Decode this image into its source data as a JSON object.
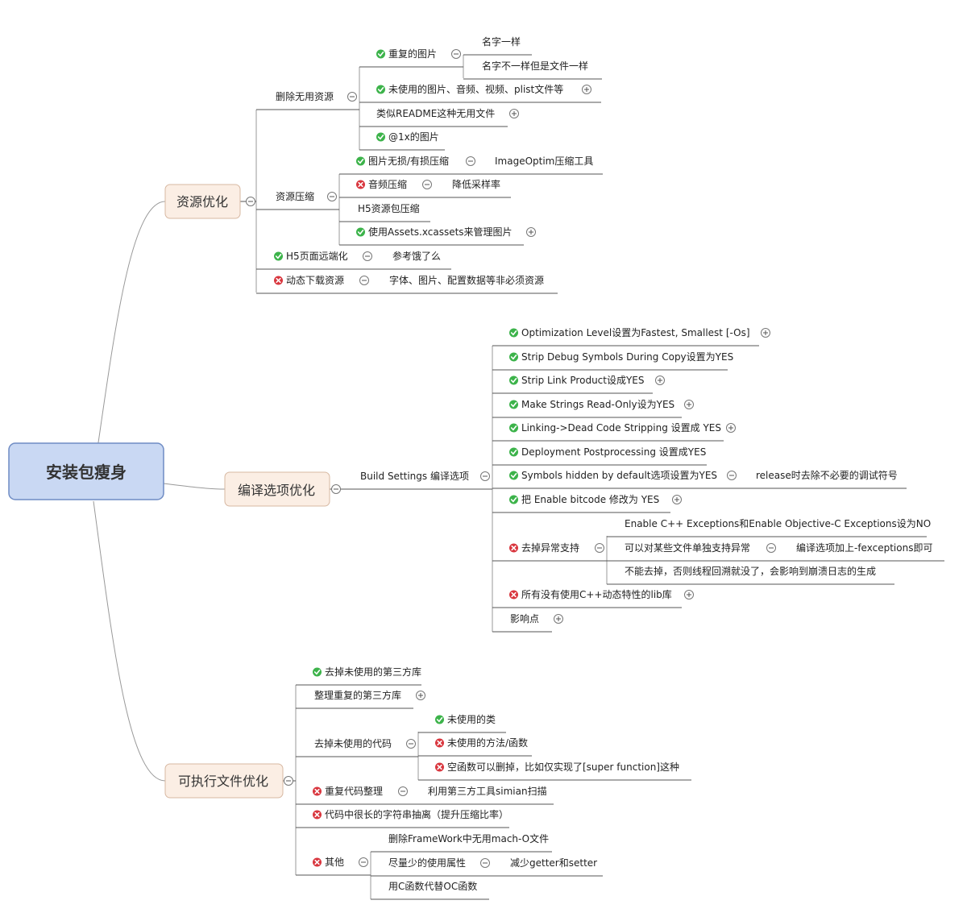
{
  "root": "安装包瘦身",
  "groups": [
    {
      "id": "res",
      "label": "资源优化"
    },
    {
      "id": "comp",
      "label": "编译选项优化"
    },
    {
      "id": "exe",
      "label": "可执行文件优化"
    }
  ],
  "items": [
    {
      "id": "del-unused",
      "label": "删除无用资源"
    },
    {
      "id": "dup-img",
      "label": "重复的图片",
      "status": "ok"
    },
    {
      "id": "same-name",
      "label": "名字一样"
    },
    {
      "id": "diff-name",
      "label": "名字不一样但是文件一样"
    },
    {
      "id": "unused-media",
      "label": "未使用的图片、音频、视频、plist文件等",
      "status": "ok"
    },
    {
      "id": "readme",
      "label": "类似README这种无用文件"
    },
    {
      "id": "img-1x",
      "label": "@1x的图片",
      "status": "ok"
    },
    {
      "id": "compress",
      "label": "资源压缩"
    },
    {
      "id": "img-lossless",
      "label": "图片无损/有损压缩",
      "status": "ok"
    },
    {
      "id": "imageoptim",
      "label": "ImageOptim压缩工具"
    },
    {
      "id": "audio",
      "label": "音频压缩",
      "status": "bad"
    },
    {
      "id": "samplerate",
      "label": "降低采样率"
    },
    {
      "id": "h5-pack",
      "label": "H5资源包压缩"
    },
    {
      "id": "xcassets",
      "label": "使用Assets.xcassets来管理图片",
      "status": "ok"
    },
    {
      "id": "h5-remote",
      "label": "H5页面远端化",
      "status": "ok"
    },
    {
      "id": "eleme",
      "label": "参考饿了么"
    },
    {
      "id": "dyn-dl",
      "label": "动态下载资源",
      "status": "bad"
    },
    {
      "id": "fonts",
      "label": "字体、图片、配置数据等非必须资源"
    },
    {
      "id": "build-settings",
      "label": "Build Settings 编译选项"
    },
    {
      "id": "opt-level",
      "label": "Optimization Level设置为Fastest, Smallest [-Os]",
      "status": "ok"
    },
    {
      "id": "strip-debug",
      "label": "Strip Debug Symbols During Copy设置为YES",
      "status": "ok"
    },
    {
      "id": "strip-link",
      "label": "Strip Link Product设成YES",
      "status": "ok"
    },
    {
      "id": "strings-ro",
      "label": "Make Strings Read-Only设为YES",
      "status": "ok"
    },
    {
      "id": "dead-code",
      "label": "Linking->Dead Code Stripping 设置成 YES",
      "status": "ok"
    },
    {
      "id": "deploy-post",
      "label": "Deployment Postprocessing 设置成YES",
      "status": "ok"
    },
    {
      "id": "sym-hidden",
      "label": "Symbols hidden by default选项设置为YES",
      "status": "ok"
    },
    {
      "id": "release-note",
      "label": "release时去除不必要的调试符号"
    },
    {
      "id": "bitcode",
      "label": "把 Enable bitcode 修改为 YES",
      "status": "ok"
    },
    {
      "id": "no-exc",
      "label": "去掉异常支持",
      "status": "bad"
    },
    {
      "id": "exc-no",
      "label": "Enable C++ Exceptions和Enable Objective-C Exceptions设为NO"
    },
    {
      "id": "exc-file",
      "label": "可以对某些文件单独支持异常"
    },
    {
      "id": "fexc",
      "label": "编译选项加上-fexceptions即可"
    },
    {
      "id": "exc-warn",
      "label": "不能去掉，否则线程回溯就没了，会影响到崩溃日志的生成"
    },
    {
      "id": "cpp-lib",
      "label": "所有没有使用C++动态特性的lib库",
      "status": "bad"
    },
    {
      "id": "impact",
      "label": "影响点"
    },
    {
      "id": "rm-3rd",
      "label": "去掉未使用的第三方库",
      "status": "ok"
    },
    {
      "id": "dup-3rd",
      "label": "整理重复的第三方库"
    },
    {
      "id": "rm-code",
      "label": "去掉未使用的代码"
    },
    {
      "id": "unused-cls",
      "label": "未使用的类",
      "status": "ok"
    },
    {
      "id": "unused-fn",
      "label": "未使用的方法/函数",
      "status": "bad"
    },
    {
      "id": "empty-fn",
      "label": "空函数可以删掉，比如仅实现了[super function]这种",
      "status": "bad"
    },
    {
      "id": "dup-code",
      "label": "重复代码整理",
      "status": "bad"
    },
    {
      "id": "simian",
      "label": "利用第三方工具simian扫描"
    },
    {
      "id": "long-str",
      "label": "代码中很长的字符串抽离（提升压缩比率）",
      "status": "bad"
    },
    {
      "id": "other",
      "label": "其他",
      "status": "bad"
    },
    {
      "id": "mach-o",
      "label": "删除FrameWork中无用mach-O文件"
    },
    {
      "id": "less-prop",
      "label": "尽量少的使用属性"
    },
    {
      "id": "getter",
      "label": "减少getter和setter"
    },
    {
      "id": "c-func",
      "label": "用C函数代替OC函数"
    }
  ],
  "colors": {
    "ok": "#3cb34a",
    "bad": "#d9363e",
    "root_fill": "#c9d8f3",
    "root_stroke": "#6f8cc4",
    "group_fill": "#fbeee4",
    "group_stroke": "#d7b8a2"
  }
}
